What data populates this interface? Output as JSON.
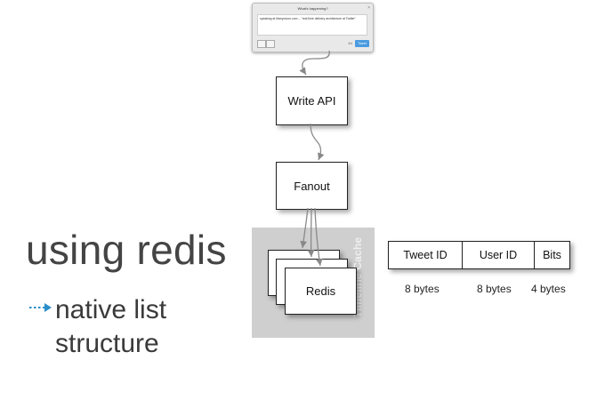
{
  "tweet": {
    "title": "What's happening?",
    "text": "speaking at Manymoon.com -- \"real time delivery architecture at Twitter\"",
    "count": "64",
    "button": "Tweet"
  },
  "nodes": {
    "write_api": "Write API",
    "fanout": "Fanout",
    "redis": "Redis"
  },
  "cache_label": "Timeline Cache",
  "heading": "using redis",
  "bullet": {
    "line1": "native list",
    "line2": "structure"
  },
  "table": {
    "columns": [
      "Tweet ID",
      "User ID",
      "Bits"
    ],
    "sizes": [
      "8 bytes",
      "8 bytes",
      "4 bytes"
    ]
  },
  "colors": {
    "accent": "#2a8ec8",
    "cache": "#cfcfcf"
  }
}
